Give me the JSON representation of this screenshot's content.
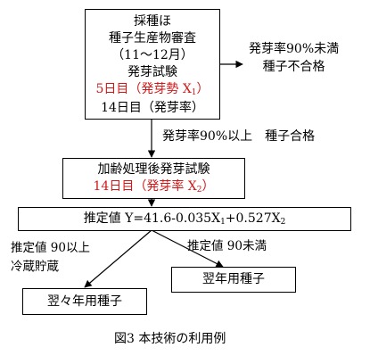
{
  "box1": {
    "line1": "採種ほ",
    "line2": "種子生産物審査",
    "line3": "（11～12月）",
    "line4": "発芽試験",
    "line5_main": "5日目（発芽勢 X",
    "line5_sub": "1",
    "line5_end": "）",
    "line6": "14日目（発芽率）"
  },
  "reject": {
    "line1": "発芽率90%未満",
    "line2": "種子不合格"
  },
  "pass_label": "発芽率90%以上　種子合格",
  "box2": {
    "line1": "加齢処理後発芽試験",
    "line2_main": "14日目（発芽率 X",
    "line2_sub": "2",
    "line2_end": "）"
  },
  "box3": {
    "prefix": "推定値 Y=41.6-0.035X",
    "sub1": "1",
    "middle": "+0.527X",
    "sub2": "2"
  },
  "branch_left": {
    "line1": "推定値 90以上",
    "line2": "冷蔵貯蔵"
  },
  "branch_right": {
    "line1": "推定値 90未満"
  },
  "box_next_next_year": "翌々年用種子",
  "box_next_year": "翌年用種子",
  "caption": "図3  本技術の利用例",
  "colors": {
    "highlight": "#d01818",
    "line": "#000000"
  }
}
